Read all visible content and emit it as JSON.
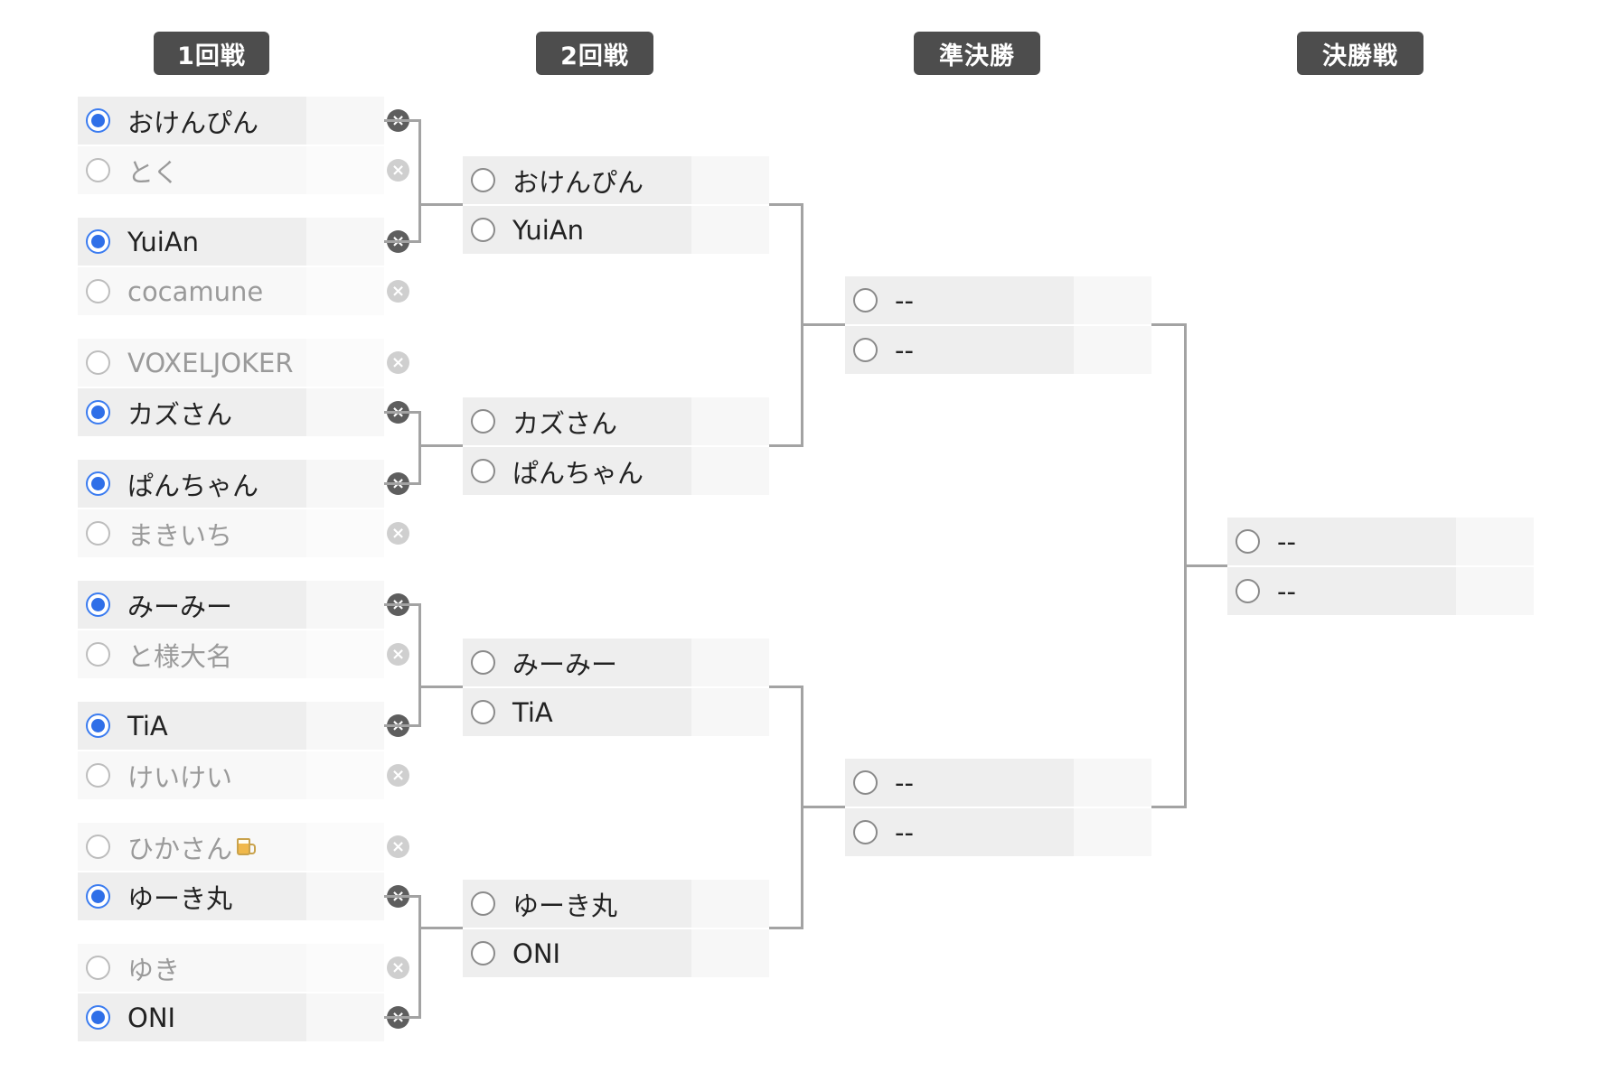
{
  "rounds": [
    "1回戦",
    "2回戦",
    "準決勝",
    "決勝戦"
  ],
  "round1": [
    [
      {
        "name": "おけんぴん",
        "selected": true
      },
      {
        "name": "とく",
        "selected": false
      }
    ],
    [
      {
        "name": "YuiAn",
        "selected": true
      },
      {
        "name": "cocamune",
        "selected": false
      }
    ],
    [
      {
        "name": "VOXELJOKER",
        "selected": false
      },
      {
        "name": "カズさん",
        "selected": true
      }
    ],
    [
      {
        "name": "ぱんちゃん",
        "selected": true
      },
      {
        "name": "まきいち",
        "selected": false
      }
    ],
    [
      {
        "name": "みーみー",
        "selected": true
      },
      {
        "name": "と様大名",
        "selected": false
      }
    ],
    [
      {
        "name": "TiA",
        "selected": true
      },
      {
        "name": "けいけい",
        "selected": false
      }
    ],
    [
      {
        "name": "ひかさん",
        "selected": false,
        "icon": "beer-mug-icon"
      },
      {
        "name": "ゆーき丸",
        "selected": true
      }
    ],
    [
      {
        "name": "ゆき",
        "selected": false
      },
      {
        "name": "ONI",
        "selected": true
      }
    ]
  ],
  "round2": [
    [
      {
        "name": "おけんぴん"
      },
      {
        "name": "YuiAn"
      }
    ],
    [
      {
        "name": "カズさん"
      },
      {
        "name": "ぱんちゃん"
      }
    ],
    [
      {
        "name": "みーみー"
      },
      {
        "name": "TiA"
      }
    ],
    [
      {
        "name": "ゆーき丸"
      },
      {
        "name": "ONI"
      }
    ]
  ],
  "semifinal": [
    [
      {
        "name": "--"
      },
      {
        "name": "--"
      }
    ],
    [
      {
        "name": "--"
      },
      {
        "name": "--"
      }
    ]
  ],
  "final": [
    [
      {
        "name": "--"
      },
      {
        "name": "--"
      }
    ]
  ],
  "icons": {
    "remove": "close-circle-icon",
    "pick": "radio-button-icon"
  },
  "colors": {
    "header_bg": "#4d4d4d",
    "radio_selected": "#2f6fe8",
    "connector": "#a3a3a3"
  }
}
